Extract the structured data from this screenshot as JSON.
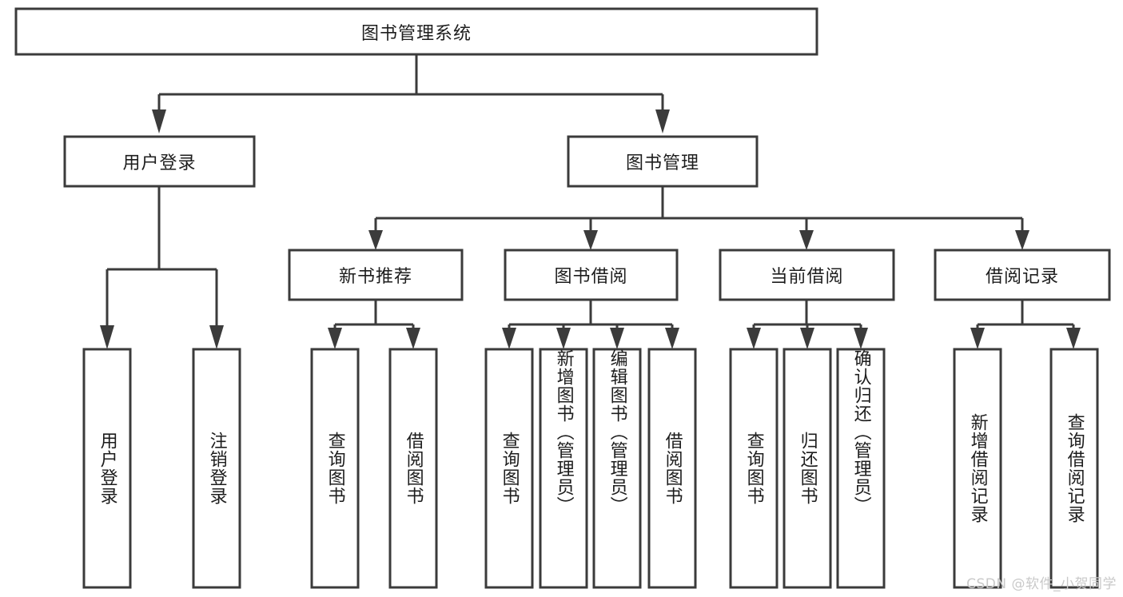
{
  "diagram": {
    "type": "tree-hierarchy-chart",
    "title": "图书管理系统",
    "watermark": "CSDN @软件_小贺同学",
    "colors": {
      "background": "#ffffff",
      "stroke": "#3b3b3b",
      "text": "#1d1d1d",
      "watermark": "#c9c9c9"
    },
    "root": {
      "label": "图书管理系统",
      "orientation": "horizontal"
    },
    "level1": [
      {
        "label": "用户登录",
        "orientation": "horizontal"
      },
      {
        "label": "图书管理",
        "orientation": "horizontal"
      }
    ],
    "level2": [
      {
        "label": "新书推荐",
        "orientation": "horizontal"
      },
      {
        "label": "图书借阅",
        "orientation": "horizontal"
      },
      {
        "label": "当前借阅",
        "orientation": "horizontal"
      },
      {
        "label": "借阅记录",
        "orientation": "horizontal"
      }
    ],
    "leaves": {
      "user_login": [
        {
          "label": "用户登录",
          "orientation": "vertical"
        },
        {
          "label": "注销登录",
          "orientation": "vertical"
        }
      ],
      "new_book_recommend": [
        {
          "label": "查询图书",
          "orientation": "vertical"
        },
        {
          "label": "借阅图书",
          "orientation": "vertical"
        }
      ],
      "book_borrow": [
        {
          "label": "查询图书",
          "orientation": "vertical"
        },
        {
          "label": "新增图书（管理员）",
          "orientation": "vertical"
        },
        {
          "label": "编辑图书（管理员）",
          "orientation": "vertical"
        },
        {
          "label": "借阅图书",
          "orientation": "vertical"
        }
      ],
      "current_borrow": [
        {
          "label": "查询图书",
          "orientation": "vertical"
        },
        {
          "label": "归还图书",
          "orientation": "vertical"
        },
        {
          "label": "确认归还（管理员）",
          "orientation": "vertical"
        }
      ],
      "borrow_record": [
        {
          "label": "新增借阅记录",
          "orientation": "vertical"
        },
        {
          "label": "查询借阅记录",
          "orientation": "vertical"
        }
      ]
    }
  }
}
